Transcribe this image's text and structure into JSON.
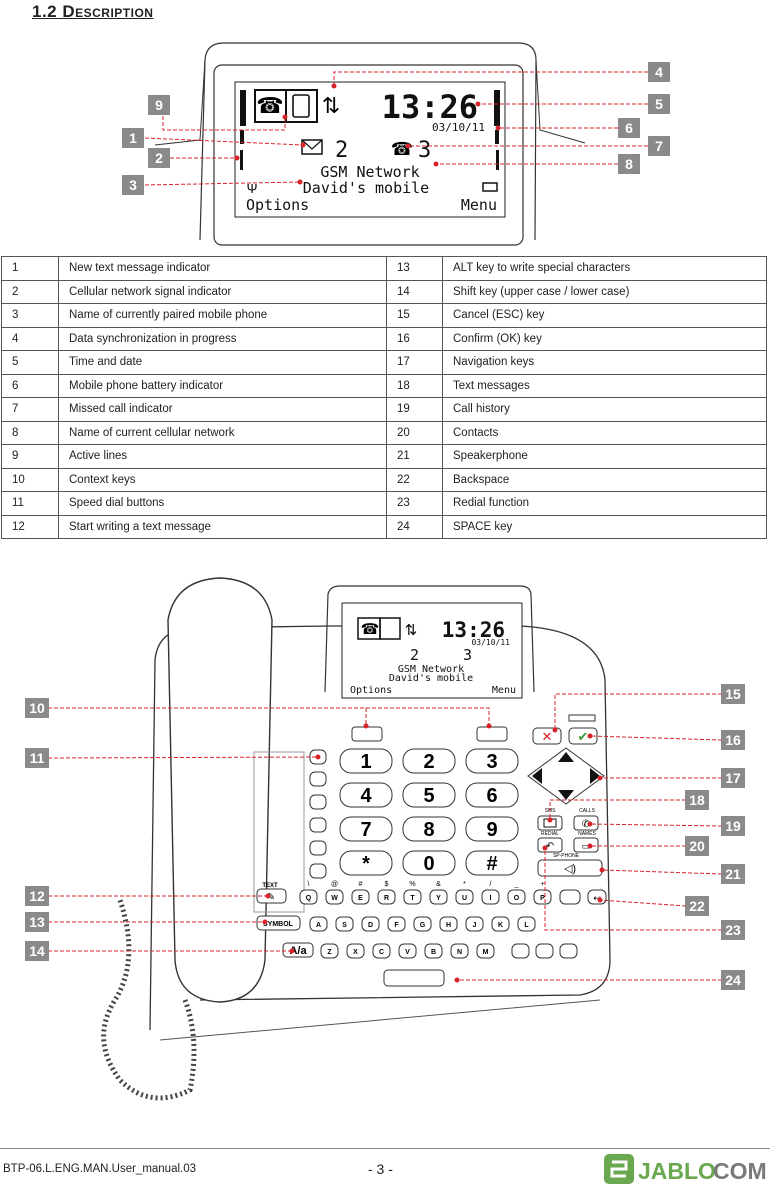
{
  "heading": "1.2 Description",
  "screen": {
    "time": "13:26",
    "date": "03/10/11",
    "sms_count": "2",
    "missed_count": "3",
    "network": "GSM Network",
    "phone_name": "David's mobile",
    "options": "Options",
    "menu": "Menu"
  },
  "callouts_top": [
    "1",
    "2",
    "3",
    "4",
    "5",
    "6",
    "7",
    "8",
    "9"
  ],
  "table": [
    {
      "n1": "1",
      "t1": "New text message indicator",
      "n2": "13",
      "t2": "ALT key to write special characters"
    },
    {
      "n1": "2",
      "t1": "Cellular network signal indicator",
      "n2": "14",
      "t2": "Shift key (upper case / lower case)"
    },
    {
      "n1": "3",
      "t1": "Name of currently paired mobile phone",
      "n2": "15",
      "t2": "Cancel (ESC) key"
    },
    {
      "n1": "4",
      "t1": "Data synchronization in progress",
      "n2": "16",
      "t2": "Confirm (OK) key"
    },
    {
      "n1": "5",
      "t1": "Time and date",
      "n2": "17",
      "t2": "Navigation keys"
    },
    {
      "n1": "6",
      "t1": "Mobile phone battery indicator",
      "n2": "18",
      "t2": "Text messages"
    },
    {
      "n1": "7",
      "t1": "Missed call indicator",
      "n2": "19",
      "t2": "Call history"
    },
    {
      "n1": "8",
      "t1": "Name of current cellular network",
      "n2": "20",
      "t2": "Contacts"
    },
    {
      "n1": "9",
      "t1": "Active lines",
      "n2": "21",
      "t2": "Speakerphone"
    },
    {
      "n1": "10",
      "t1": "Context keys",
      "n2": "22",
      "t2": "Backspace"
    },
    {
      "n1": "11",
      "t1": "Speed dial  buttons",
      "n2": "23",
      "t2": "Redial function"
    },
    {
      "n1": "12",
      "t1": "Start writing a text message",
      "n2": "24",
      "t2": "SPACE key"
    }
  ],
  "keypad": [
    "1",
    "2",
    "3",
    "4",
    "5",
    "6",
    "7",
    "8",
    "9",
    "*",
    "0",
    "#"
  ],
  "key_labels": {
    "text": "TEXT",
    "symbol": "SYMBOL",
    "shift": "A/a",
    "sms": "SMS",
    "calls": "CALLS",
    "redial": "REDIAL",
    "names": "NAMES",
    "speaker": "SP-PHONE",
    "row1": [
      "Q",
      "W",
      "E",
      "R",
      "T",
      "Y",
      "U",
      "I",
      "O",
      "P"
    ],
    "row1_alt": [
      "\\",
      "@",
      "#",
      "$",
      "%",
      "&",
      "*",
      "/",
      "_",
      "+"
    ],
    "row2": [
      "A",
      "S",
      "D",
      "F",
      "G",
      "H",
      "J",
      "K",
      "L"
    ],
    "row3": [
      "Z",
      "X",
      "C",
      "V",
      "B",
      "N",
      "M"
    ]
  },
  "callouts_bottom": [
    "10",
    "11",
    "12",
    "13",
    "14",
    "15",
    "16",
    "17",
    "18",
    "19",
    "20",
    "21",
    "22",
    "23",
    "24"
  ],
  "footer": {
    "doc_id": "BTP-06.L.ENG.MAN.User_manual.03",
    "page": "- 3 -",
    "logo_a": "JABLO",
    "logo_b": "COM"
  },
  "colors": {
    "callout_line": "#d8232a",
    "badge": "#8a8a8a",
    "logo_green": "#6aa84f",
    "logo_gray": "#7a7a7a"
  }
}
